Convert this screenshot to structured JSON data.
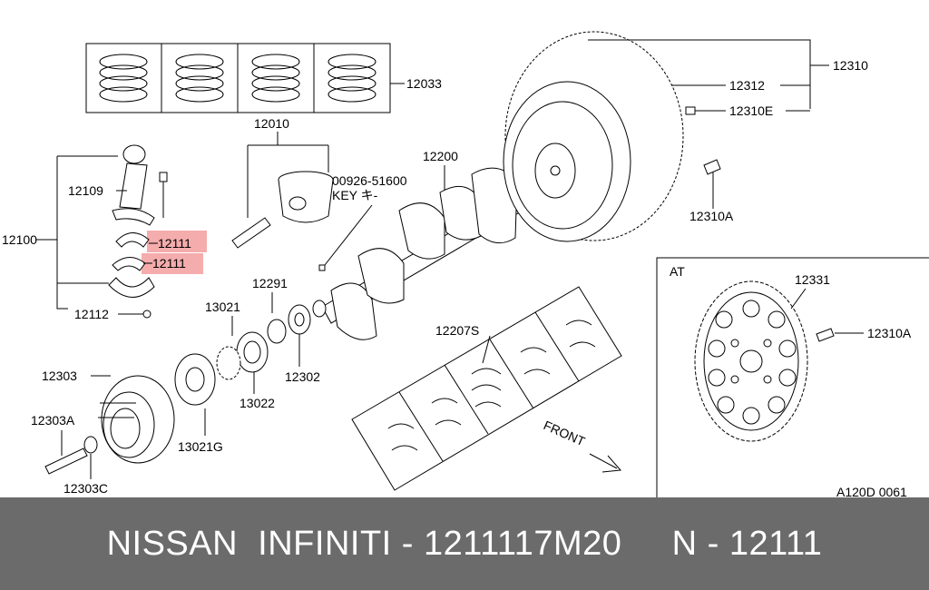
{
  "diagram": {
    "labels": {
      "p12033": "12033",
      "p12010": "12010",
      "p00926": "00926-51600",
      "key": "KEY キ-",
      "p12200": "12200",
      "p12310": "12310",
      "p12312": "12312",
      "p12310e": "12310E",
      "p12310a_top": "12310A",
      "p12109": "12109",
      "p12100": "12100",
      "p12111_a": "12111",
      "p12111_b": "12111",
      "p12112": "12112",
      "p12291": "12291",
      "p13021": "13021",
      "p12302": "12302",
      "p13022": "13022",
      "p12303": "12303",
      "p12303a": "12303A",
      "p13021g": "13021G",
      "p12303c": "12303C",
      "p12207s": "12207S",
      "front": "FRONT",
      "at": "AT",
      "p12331": "12331",
      "p12310a_at": "12310A",
      "code": "A120D 0061"
    },
    "highlight_color": "#f08080"
  },
  "banner": {
    "text": "NISSAN  INFINITI - 1211117M20     N - 12111",
    "background": "#6b6b6b"
  }
}
